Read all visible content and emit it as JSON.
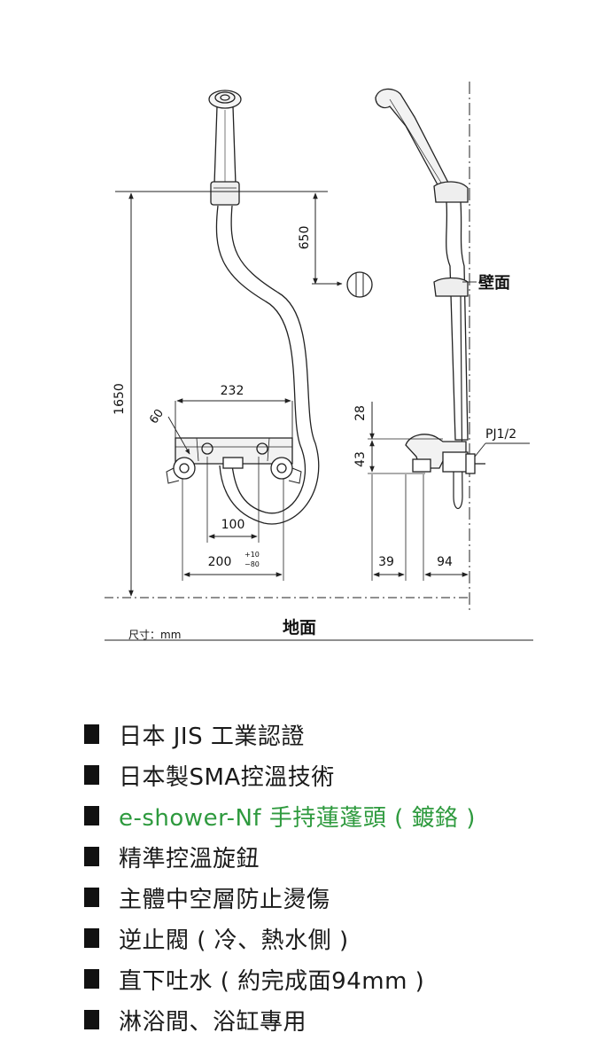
{
  "diagram": {
    "dim_1650": "1650",
    "dim_650": "650",
    "dim_232": "232",
    "dim_60": "60",
    "dim_100": "100",
    "dim_200": "200",
    "dim_200_tol_plus": "+10",
    "dim_200_tol_minus": "−80",
    "dim_28": "28",
    "dim_43": "43",
    "dim_39": "39",
    "dim_94": "94",
    "label_wall": "壁面",
    "label_pipe": "PJ1/2",
    "label_floor": "地面",
    "label_units": "尺寸：mm"
  },
  "features": [
    {
      "text": "日本 JIS 工業認證",
      "color": "#1a1a1a"
    },
    {
      "text": "日本製SMA控溫技術",
      "color": "#1a1a1a"
    },
    {
      "text": "e-shower-Nf 手持蓮蓬頭 ( 鍍鉻 )",
      "color": "#2e9a3e"
    },
    {
      "text": "精準控溫旋鈕",
      "color": "#1a1a1a"
    },
    {
      "text": "主體中空層防止燙傷",
      "color": "#1a1a1a"
    },
    {
      "text": "逆止閥 ( 冷、熱水側 )",
      "color": "#1a1a1a"
    },
    {
      "text": "直下吐水 ( 約完成面94mm )",
      "color": "#1a1a1a"
    },
    {
      "text": "淋浴間、浴缸專用",
      "color": "#1a1a1a"
    }
  ]
}
